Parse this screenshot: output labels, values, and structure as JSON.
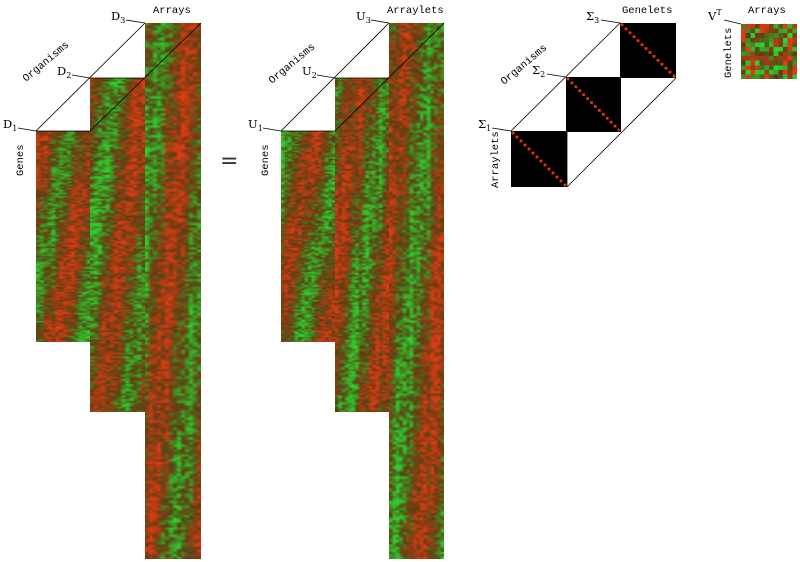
{
  "equals_sign": "=",
  "data_tensor": {
    "slices": [
      {
        "symbol": "D",
        "index": "1"
      },
      {
        "symbol": "D",
        "index": "2"
      },
      {
        "symbol": "D",
        "index": "3"
      }
    ],
    "row_label": "Genes",
    "depth_label": "Organisms",
    "column_label": "Arrays"
  },
  "left_basis": {
    "slices": [
      {
        "symbol": "U",
        "index": "1"
      },
      {
        "symbol": "U",
        "index": "2"
      },
      {
        "symbol": "U",
        "index": "3"
      }
    ],
    "row_label": "Genes",
    "depth_label": "Organisms",
    "column_label": "Arraylets"
  },
  "singular_values": {
    "slices": [
      {
        "symbol": "Σ",
        "index": "1"
      },
      {
        "symbol": "Σ",
        "index": "2"
      },
      {
        "symbol": "Σ",
        "index": "3"
      }
    ],
    "row_label": "Arraylets",
    "depth_label": "Organisms",
    "column_label": "Genelets"
  },
  "right_basis": {
    "symbol": "V",
    "superscript": "T",
    "row_label": "Genelets",
    "column_label": "Arrays"
  },
  "colors": {
    "heatmap_base": "#5a3d12",
    "positive": "#e03c14",
    "negative": "#2fd02f",
    "diagonal": "#e8321c",
    "sigma_background": "#000000"
  }
}
